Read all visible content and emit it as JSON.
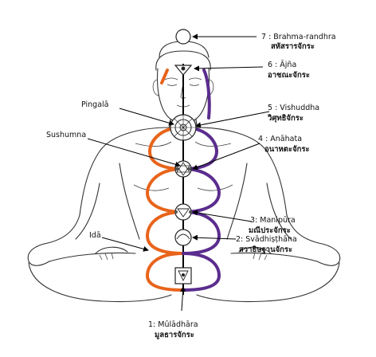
{
  "colors": {
    "ida": "#5b2d8e",
    "pingala": "#e8641b",
    "outline": "#333333"
  },
  "labels": {
    "crown": {
      "en": "7 : Brahma-randhra",
      "th": "สหัสรารจักระ"
    },
    "ajna": {
      "en": "6 : Ājña",
      "th": "อาชณะจักระ"
    },
    "vishuddha": {
      "en": "5 : Vishuddha",
      "th": "วิศุทธิจักระ"
    },
    "anahata": {
      "en": "4 : Anāhata",
      "th": "อนาหตะจักระ"
    },
    "manipura": {
      "en": "3: Manipūra",
      "th": "มณีประจักระ"
    },
    "svadhisthana": {
      "en": "2: Svādhiṣṭhāna",
      "th": "สวาธิษฐานจักระ"
    },
    "muladhara": {
      "en": "1: Mūlādhāra",
      "th": "มูลธารจักระ"
    },
    "pingala": "Pingalā",
    "sushumna": "Sushumna",
    "ida": "Idā"
  }
}
